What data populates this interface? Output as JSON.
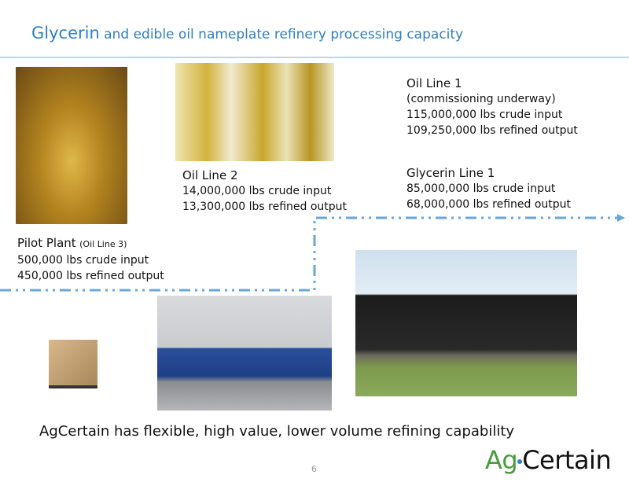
{
  "title": {
    "main": "Glycerin",
    "rest": " and edible oil nameplate refinery processing capacity"
  },
  "oil_line_1": {
    "name": "Oil Line 1",
    "status": "(commissioning underway)",
    "input": "115,000,000 lbs crude input",
    "output": "109,250,000 lbs refined output"
  },
  "glycerin_line_1": {
    "name": "Glycerin Line 1",
    "input": "85,000,000 lbs crude input",
    "output": "68,000,000 lbs refined output"
  },
  "oil_line_2": {
    "name": "Oil Line 2",
    "input": "14,000,000 lbs crude input",
    "output": "13,300,000 lbs refined output"
  },
  "pilot_plant": {
    "name": "Pilot Plant",
    "sub": "(Oil Line 3)",
    "input": "500,000 lbs crude input",
    "output": "450,000 lbs refined output"
  },
  "tagline": "AgCertain has flexible, high value, lower volume refining capability",
  "page_number": "6",
  "logo": {
    "ag": "Ag",
    "certain": "Certain"
  },
  "colors": {
    "title": "#2f7fc1",
    "line": "#6aa6d6",
    "logo_green": "#4a9a3e"
  }
}
